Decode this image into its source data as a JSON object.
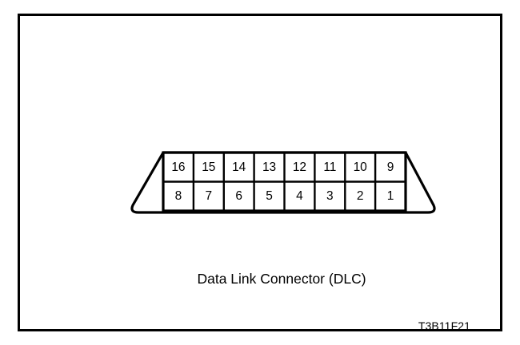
{
  "figure": {
    "code": "T3B11F21",
    "caption": "Data Link Connector (DLC)",
    "frame_color": "#000000",
    "background_color": "#ffffff",
    "line_color": "#000000"
  },
  "connector": {
    "name": "Data Link Connector (DLC)",
    "shape": "trapezoid",
    "pin_count": 16,
    "rows": [
      {
        "row_label": "top-row",
        "pins": [
          "16",
          "15",
          "14",
          "13",
          "12",
          "11",
          "10",
          "9"
        ]
      },
      {
        "row_label": "bottom-row",
        "pins": [
          "8",
          "7",
          "6",
          "5",
          "4",
          "3",
          "2",
          "1"
        ]
      }
    ]
  }
}
